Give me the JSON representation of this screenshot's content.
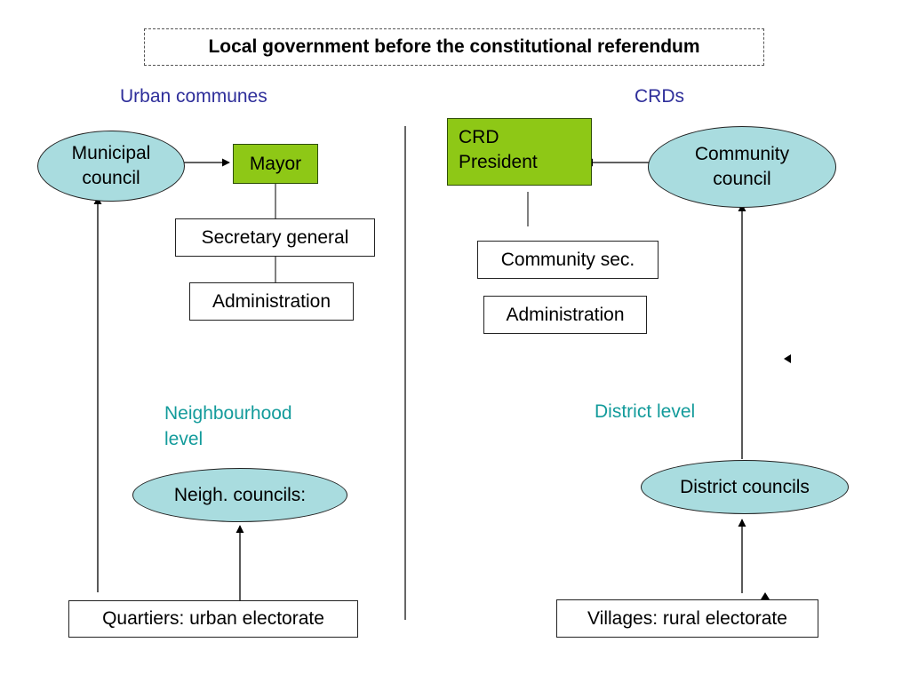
{
  "title": "Local government before the constitutional referendum",
  "urban": {
    "heading": "Urban communes",
    "municipal_council": "Municipal\ncouncil",
    "mayor": "Mayor",
    "secretary_general": "Secretary general",
    "administration": "Administration",
    "level_label": "Neighbourhood\nlevel",
    "neigh_councils": "Neigh. councils:",
    "electorate": "Quartiers: urban electorate"
  },
  "rural": {
    "heading": "CRDs",
    "crd_president": "CRD\nPresident",
    "community_council": "Community\ncouncil",
    "community_sec": "Community sec.",
    "administration": "Administration",
    "level_label": "District level",
    "district_councils": "District councils",
    "electorate": "Villages: rural electorate"
  },
  "colors": {
    "title_border": "#555555",
    "section_heading": "#2e2e9a",
    "level_label": "#139b9b",
    "green_box": "#8ec816",
    "ellipse_fill": "#a9dcdf"
  }
}
